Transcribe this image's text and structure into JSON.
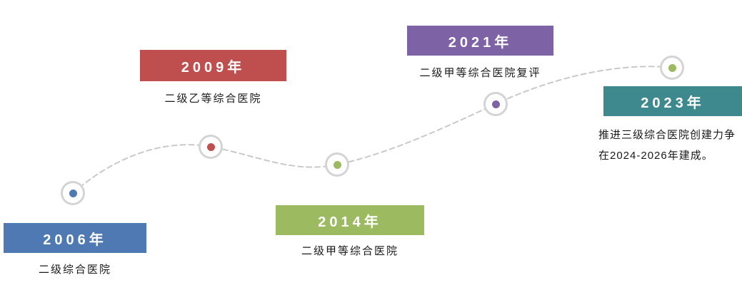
{
  "timeline": {
    "background": "#ffffff",
    "line_color": "#c9c9c9",
    "node_ring_color": "#d4d4d4",
    "items": [
      {
        "year": "2006年",
        "label": "二级综合医院",
        "color": "#4e79b2",
        "dot_color": "#4e79b2"
      },
      {
        "year": "2009年",
        "label": "二级乙等综合医院",
        "color": "#bf4e4e",
        "dot_color": "#bf4e4e"
      },
      {
        "year": "2014年",
        "label": "二级甲等综合医院",
        "color": "#9cba5f",
        "dot_color": "#9cba5f"
      },
      {
        "year": "2021年",
        "label": "二级甲等综合医院复评",
        "color": "#7d63a5",
        "dot_color": "#7d63a5"
      },
      {
        "year": "2023年",
        "label": "推进三级综合医院创建力争在2024-2026年建成。",
        "color": "#3d898d",
        "dot_color": "#9cba5f"
      }
    ]
  }
}
